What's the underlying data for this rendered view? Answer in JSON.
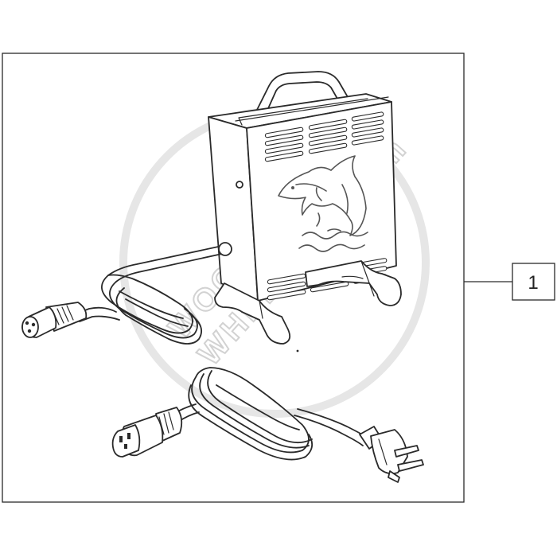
{
  "diagram": {
    "callout": {
      "label": "1"
    },
    "watermark": {
      "line1": "WOODS",
      "line2": "WHEELCHAIR",
      "line3": ".com",
      "color": "#d2d2d2"
    },
    "colors": {
      "line": "#2a2a2a",
      "frame": "#2a2a2a",
      "background": "#ffffff"
    },
    "icons": [
      "battery-charger",
      "dolphin-logo",
      "charger-output-cable",
      "xlr-connector",
      "ac-power-cord",
      "iec-connector",
      "us-ac-plug"
    ]
  }
}
